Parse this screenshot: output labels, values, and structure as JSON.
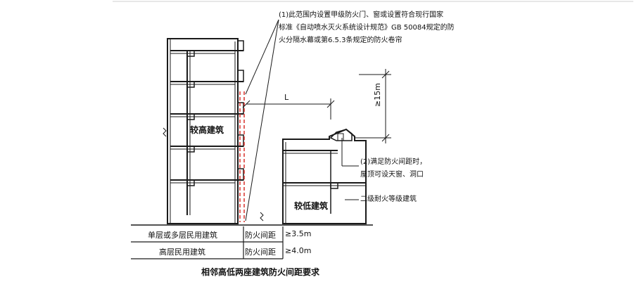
{
  "notes": {
    "note1": [
      "(1)此范围内设置甲级防火门、窗或设置符合现行国家",
      "标准《自动喷水灭火系统设计规范》GB 50084规定的防",
      "火分隔水幕或第6.5.3条规定的防火卷帘"
    ],
    "note2": [
      "(2)满足防火间距时，",
      "屋顶可设天窗、洞口"
    ],
    "note3": "二级耐火等级建筑"
  },
  "buildings": {
    "taller": "较高建筑",
    "lower": "较低建筑"
  },
  "dimensions": {
    "horizontal": "L",
    "vertical": "≥15m"
  },
  "table": {
    "rows": [
      {
        "type": "单层或多层民用建筑",
        "item": "防火间距",
        "value": "≥3.5m"
      },
      {
        "type": "高层民用建筑",
        "item": "防火间距",
        "value": "≥4.0m"
      }
    ]
  },
  "caption": "相邻高低两座建筑防火间距要求",
  "colors": {
    "line": "#1a1a1a",
    "fire_zone": "#d9302a"
  }
}
